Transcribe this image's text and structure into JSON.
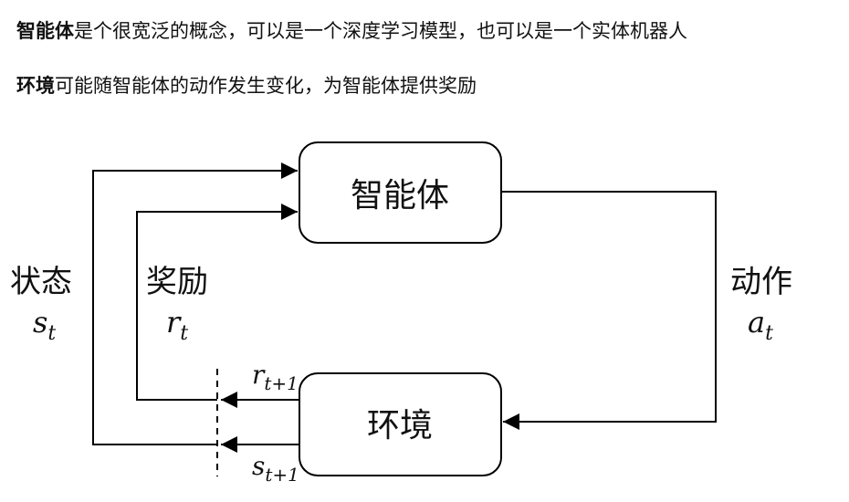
{
  "intro": {
    "line1": {
      "bold": "智能体",
      "rest": "是个很宽泛的概念，可以是一个深度学习模型，也可以是一个实体机器人"
    },
    "line2": {
      "bold": "环境",
      "rest": "可能随智能体的动作发生变化，为智能体提供奖励"
    }
  },
  "diagram": {
    "agent_label": "智能体",
    "env_label": "环境",
    "state": {
      "label": "状态",
      "sym": "s",
      "sub": "t"
    },
    "reward": {
      "label": "奖励",
      "sym": "r",
      "sub": "t"
    },
    "action": {
      "label": "动作",
      "sym": "a",
      "sub": "t"
    },
    "next_reward": {
      "sym": "r",
      "sub": "t+1"
    },
    "next_state": {
      "sym": "s",
      "sub": "t+1"
    }
  }
}
